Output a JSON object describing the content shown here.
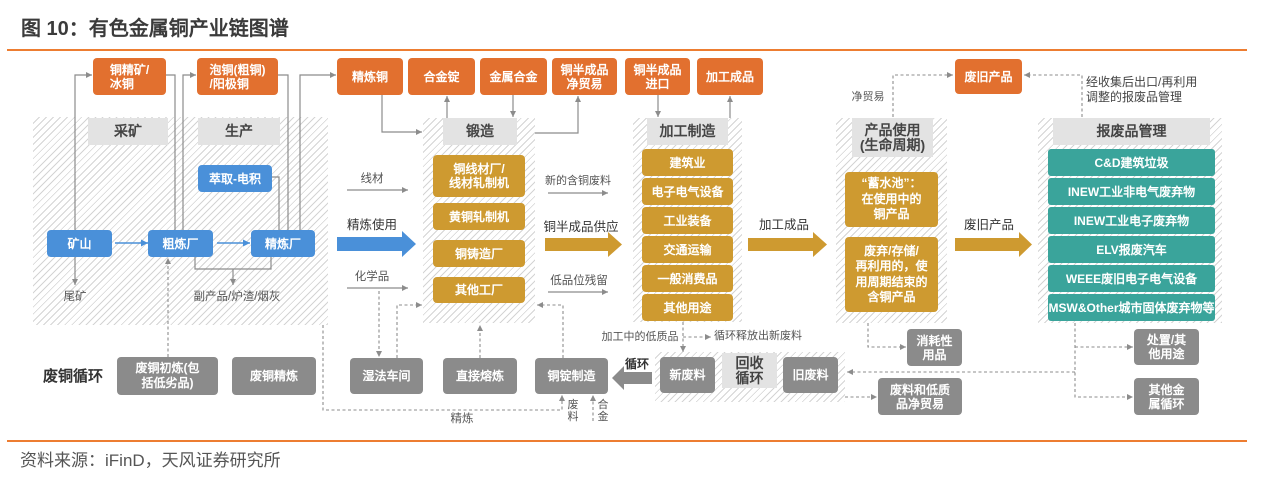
{
  "header": {
    "title": "图 10：有色金属铜产业链图谱"
  },
  "footer": {
    "source": "资料来源：iFinD，天风证券研究所"
  },
  "colors": {
    "accent_orange": "#ED7D31",
    "product_orange": "#E2702F",
    "process_blue": "#4A90D9",
    "industry_gold": "#CE9A30",
    "scrap_teal": "#3AA49B",
    "recycling_gray": "#8B8B8B",
    "stage_header_gray": "#E3E3E3",
    "connector_gray": "#8C8C8C"
  },
  "products": {
    "concentrate_matte": "铜精矿/\n冰铜",
    "blister_anode": "泡铜(粗铜)\n/阳极铜",
    "refined_copper": "精炼铜",
    "alloy_ingot": "合金锭",
    "metal_alloy": "金属合金",
    "semis_net_trade": "铜半成品\n净贸易",
    "semis_import": "铜半成品\n进口",
    "finished_goods": "加工成品",
    "end_of_life_products": "废旧产品"
  },
  "mining_production": {
    "mining_header": "采矿",
    "production_header": "生产",
    "sx_ew": "萃取-电积",
    "mine": "矿山",
    "smelter": "粗炼厂",
    "refinery": "精炼厂",
    "tailings": "尾矿",
    "byproducts": "副产品/炉渣/烟灰"
  },
  "fabrication": {
    "header": "锻造",
    "plants": [
      "铜线材厂/\n线材轧制机",
      "黄铜轧制机",
      "铜铸造厂",
      "其他工厂"
    ],
    "inputs": {
      "wire_rod": "线材",
      "refined_use": "精炼使用",
      "chemicals": "化学品"
    },
    "outputs": {
      "new_scrap": "新的含铜废料",
      "semis_supply": "铜半成品供应",
      "low_grade_residue": "低品位残留"
    }
  },
  "manufacturing": {
    "header": "加工制造",
    "sectors": [
      "建筑业",
      "电子电气设备",
      "工业装备",
      "交通运输",
      "一般消费品",
      "其他用途"
    ],
    "output_label": "加工成品",
    "low_quality_label": "加工中的低质品",
    "new_scrap_release_label": "循环释放出新废料"
  },
  "product_use": {
    "header": "产品使用\n(生命周期)",
    "in_use_stock": "“蓄水池”：\n在使用中的\n铜产品",
    "end_of_life": "废弃/存储/\n再利用的，使\n用周期结束的\n含铜产品",
    "output_label": "废旧产品",
    "net_trade_label": "净贸易",
    "consumables": "消耗性\n用品"
  },
  "waste_management": {
    "header": "报废品管理",
    "categories": [
      "C&D建筑垃圾",
      "INEW工业非电气废弃物",
      "INEW工业电子废弃物",
      "ELV报废汽车",
      "WEEE废旧电子电气设备",
      "MSW&Other城市固体废弃物等"
    ],
    "export_note": "经收集后出口/再利用\n调整的报废品管理",
    "disposal": "处置/其\n他用途",
    "other_metals_cycle": "其他金\n属循环"
  },
  "scrap_cycle": {
    "row_label": "废铜循环",
    "scrap_smelting": "废铜初炼(包\n括低劣品)",
    "scrap_refining": "废铜精炼",
    "hydrometallurgy": "湿法车间",
    "direct_melting": "直接熔炼",
    "ingot_making": "铜锭制造",
    "cycle_label": "循环",
    "refining_label": "精炼",
    "scrap_input_label": "废\n料",
    "alloy_input_label": "合\n金",
    "recycling_header": "回收\n循环",
    "new_scrap": "新废料",
    "old_scrap": "旧废料",
    "scrap_net_trade": "废料和低质\n品净贸易"
  }
}
